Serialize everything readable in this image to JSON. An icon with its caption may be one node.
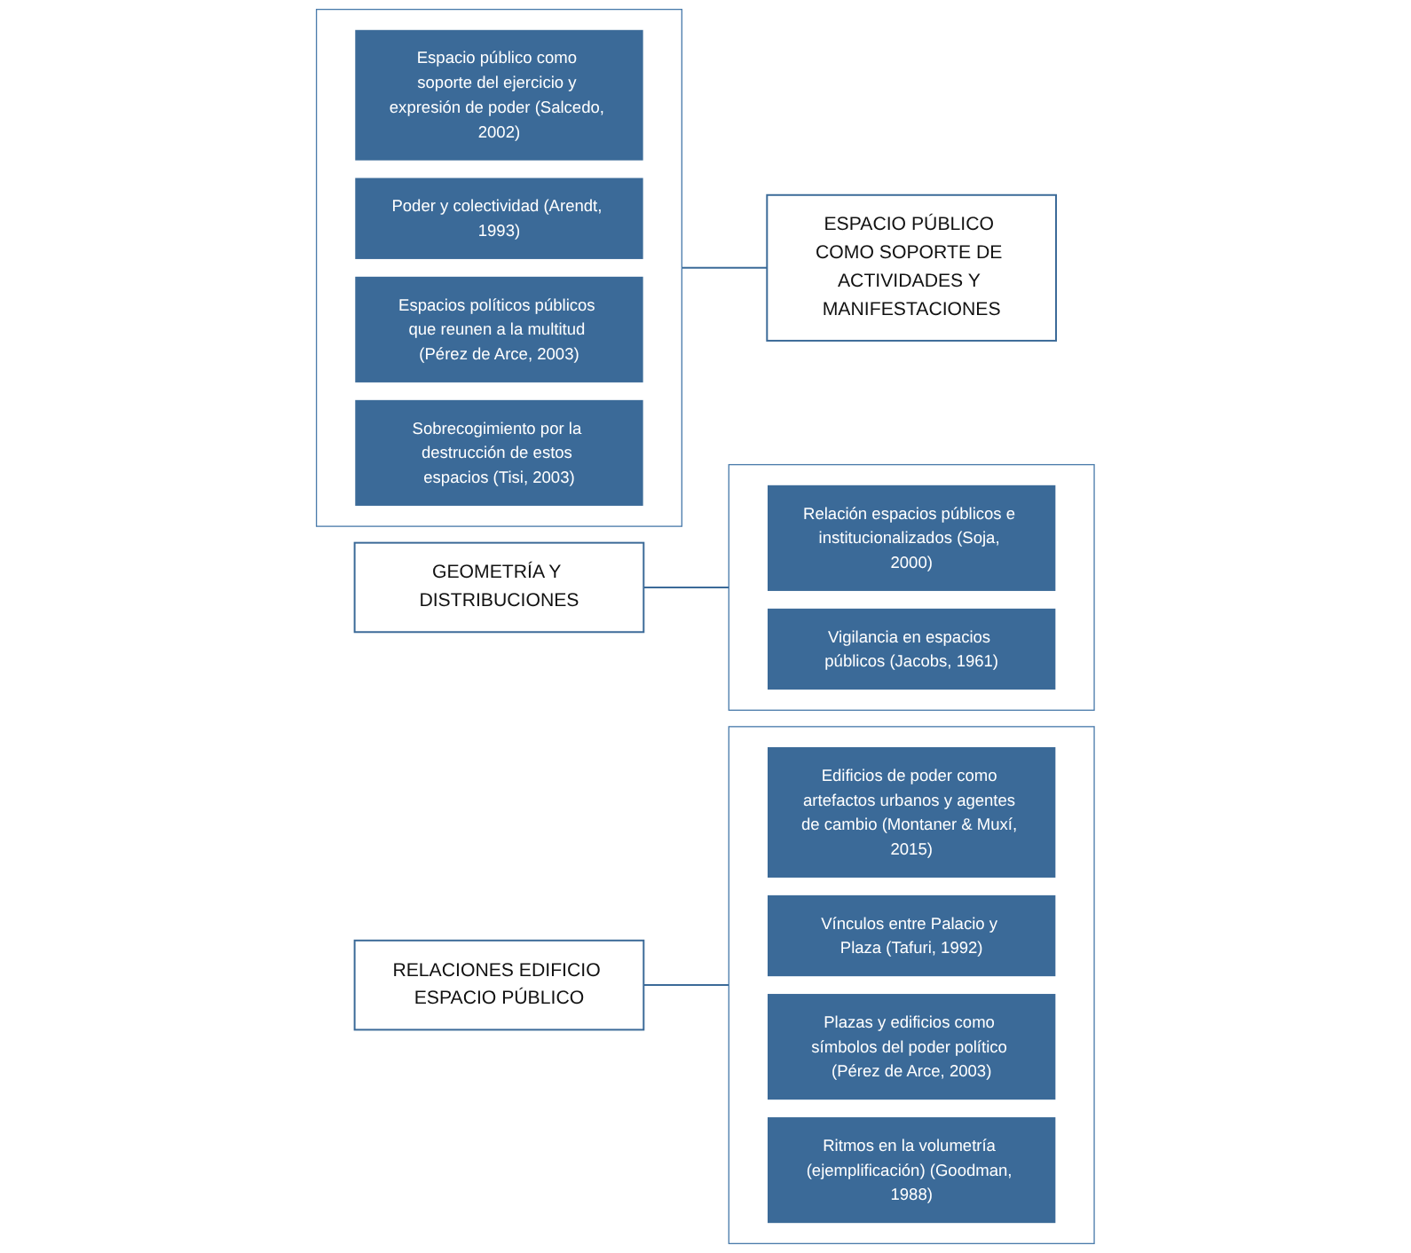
{
  "diagram": {
    "nodes": [
      {
        "text": [
          "GEOMETRÍA Y DISTRIBUCIONES"
        ]
      },
      {
        "text": [],
        "shape": "box"
      },
      {
        "text": [
          "Relación espacios públicos e institucionalizados (Soja, 2000)"
        ],
        "in": 1
      },
      {
        "text": [
          "Vigilancia en espacios públicos (Jacobs, 1961)"
        ],
        "in": 1
      },
      {
        "text": [
          "RELACIONES EDIFICIO ESPACIO PÚBLICO"
        ]
      },
      {
        "text": [],
        "shape": "box"
      },
      {
        "text": [
          "Edificios de poder como artefactos urbanos y agentes de cambio (Montaner & Muxí, 2015)"
        ],
        "in": 5
      },
      {
        "text": [
          "Vínculos entre Palacio y Plaza (Tafuri, 1992)"
        ],
        "in": 5
      },
      {
        "text": [
          "Plazas y edificios como símbolos del poder político (Pérez de Arce, 2003)"
        ],
        "in": 5
      },
      {
        "text": [
          "Ritmos en la volumetría (ejemplificación) (Goodman, 1988)"
        ],
        "in": 5
      },
      {
        "text": [
          "ESPACIO PÚBLICO COMO SOPORTE DE ACTIVIDADES Y MANIFESTACIONES"
        ]
      },
      {
        "text": [],
        "shape": "box"
      },
      {
        "text": [
          "Espacio público como soporte del ejercicio y expresión de poder (Salcedo, 2002)"
        ],
        "in": 11
      },
      {
        "text": [
          "Poder y colectividad (Arendt, 1993)"
        ],
        "in": 11
      },
      {
        "text": [
          "Espacios políticos públicos que reunen a la multitud (Pérez de Arce, 2003)"
        ],
        "in": 11
      },
      {
        "text": [
          "Sobrecogimiento por la destrucción de estos espacios (Tisi, 2003)"
        ],
        "in": 11
      }
    ],
    "edges": [
      {
        "from": 0,
        "to": 1,
        "arrow": "none"
      },
      {
        "from": 4,
        "to": 5,
        "arrow": "none"
      },
      {
        "from": 11,
        "to": 10,
        "arrow": "none"
      }
    ]
  }
}
